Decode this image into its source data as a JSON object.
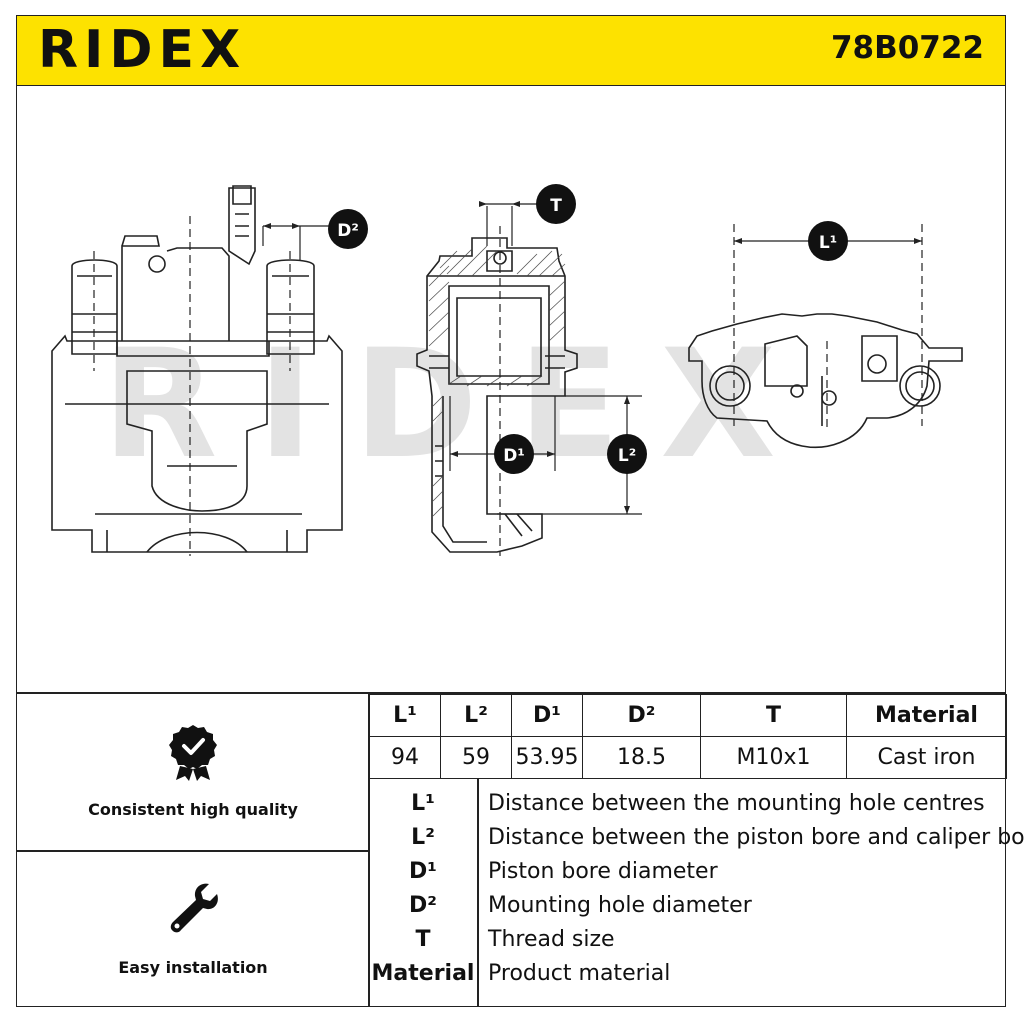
{
  "header": {
    "brand": "RIDEX",
    "part_number": "78B0722"
  },
  "drawing": {
    "watermark": "RIDEX",
    "dimension_labels": {
      "d2": "D²",
      "t": "T",
      "l1": "L¹",
      "d1": "D¹",
      "l2": "L²"
    }
  },
  "features": [
    {
      "icon": "quality-badge-icon",
      "label": "Consistent high quality"
    },
    {
      "icon": "wrench-icon",
      "label": "Easy installation"
    }
  ],
  "spec_table": {
    "headers": [
      "L¹",
      "L²",
      "D¹",
      "D²",
      "T",
      "Material"
    ],
    "values": [
      "94",
      "59",
      "53.95",
      "18.5",
      "M10x1",
      "Cast iron"
    ]
  },
  "legend": [
    {
      "key": "L¹",
      "desc": "Distance between the mounting hole centres"
    },
    {
      "key": "L²",
      "desc": "Distance between the piston bore and caliper body"
    },
    {
      "key": "D¹",
      "desc": "Piston bore diameter"
    },
    {
      "key": "D²",
      "desc": "Mounting hole diameter"
    },
    {
      "key": "T",
      "desc": "Thread size"
    },
    {
      "key": "Material",
      "desc": "Product material"
    }
  ]
}
